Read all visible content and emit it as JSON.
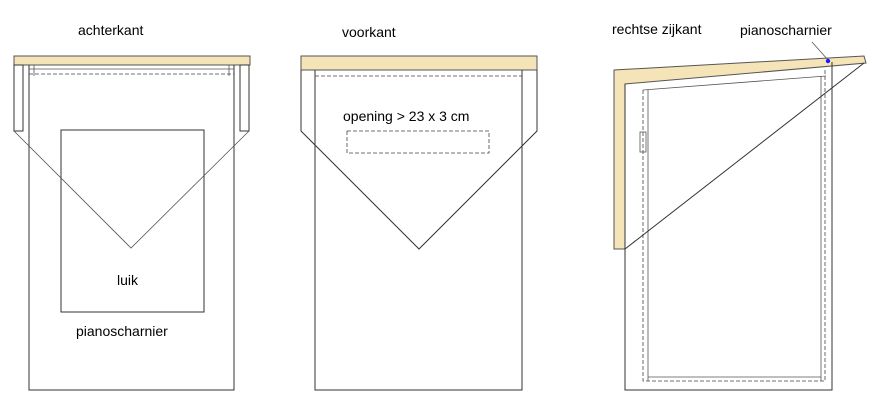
{
  "colors": {
    "plank_fill": "#f5e4b8",
    "line": "#333333",
    "marker": "#1a1aff",
    "background": "#ffffff"
  },
  "views": {
    "back": {
      "title": "achterkant",
      "hatch_label": "luik",
      "hinge_label": "pianoscharnier"
    },
    "front": {
      "title": "voorkant",
      "opening_label": "opening > 23 x 3 cm"
    },
    "side": {
      "title": "rechtse zijkant",
      "hinge_label": "pianoscharnier"
    }
  }
}
